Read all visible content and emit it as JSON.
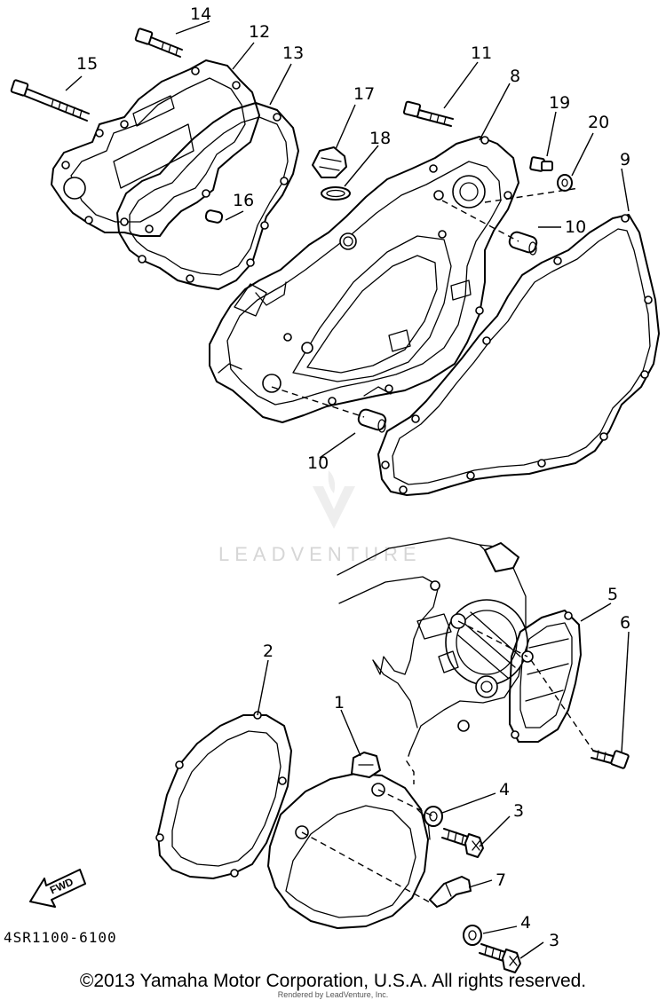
{
  "diagram": {
    "part_code": "4SR1100-6100",
    "fwd_label": "FWD",
    "watermark": "LEADVENTURE",
    "callouts": {
      "c1": "1",
      "c2": "2",
      "c3a": "3",
      "c3b": "3",
      "c4a": "4",
      "c4b": "4",
      "c5": "5",
      "c6": "6",
      "c7": "7",
      "c8": "8",
      "c9": "9",
      "c10a": "10",
      "c10b": "10",
      "c11": "11",
      "c12": "12",
      "c13": "13",
      "c14": "14",
      "c15": "15",
      "c16": "16",
      "c17": "17",
      "c18": "18",
      "c19": "19",
      "c20": "20"
    }
  },
  "footer": {
    "copyright": "©2013 Yamaha Motor Corporation, U.S.A. All rights reserved.",
    "rendered_by": "Rendered by LeadVenture, Inc."
  }
}
